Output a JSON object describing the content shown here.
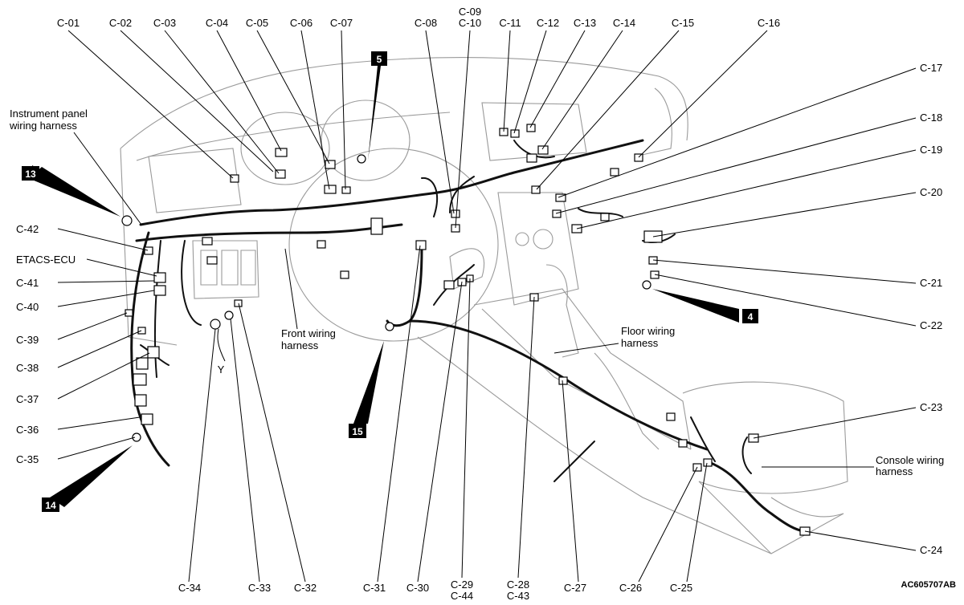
{
  "labels": {
    "c01": "C-01",
    "c02": "C-02",
    "c03": "C-03",
    "c04": "C-04",
    "c05": "C-05",
    "c06": "C-06",
    "c07": "C-07",
    "c08": "C-08",
    "c09": "C-09",
    "c10": "C-10",
    "c11": "C-11",
    "c12": "C-12",
    "c13": "C-13",
    "c14": "C-14",
    "c15": "C-15",
    "c16": "C-16",
    "c17": "C-17",
    "c18": "C-18",
    "c19": "C-19",
    "c20": "C-20",
    "c21": "C-21",
    "c22": "C-22",
    "c23": "C-23",
    "c24": "C-24",
    "c25": "C-25",
    "c26": "C-26",
    "c27": "C-27",
    "c28": "C-28",
    "c29": "C-29",
    "c30": "C-30",
    "c31": "C-31",
    "c32": "C-32",
    "c33": "C-33",
    "c34": "C-34",
    "c35": "C-35",
    "c36": "C-36",
    "c37": "C-37",
    "c38": "C-38",
    "c39": "C-39",
    "c40": "C-40",
    "c41": "C-41",
    "c42": "C-42",
    "c43": "C-43",
    "c44": "C-44",
    "etacs": "ETACS-ECU",
    "y": "Y"
  },
  "captions": {
    "instrument_l1": "Instrument panel",
    "instrument_l2": "wiring harness",
    "front_l1": "Front wiring",
    "front_l2": "harness",
    "floor_l1": "Floor wiring",
    "floor_l2": "harness",
    "console_l1": "Console wiring",
    "console_l2": "harness"
  },
  "badges": {
    "b4": "4",
    "b5": "5",
    "b13": "13",
    "b14": "14",
    "b15": "15"
  },
  "figure_code": "AC605707AB"
}
